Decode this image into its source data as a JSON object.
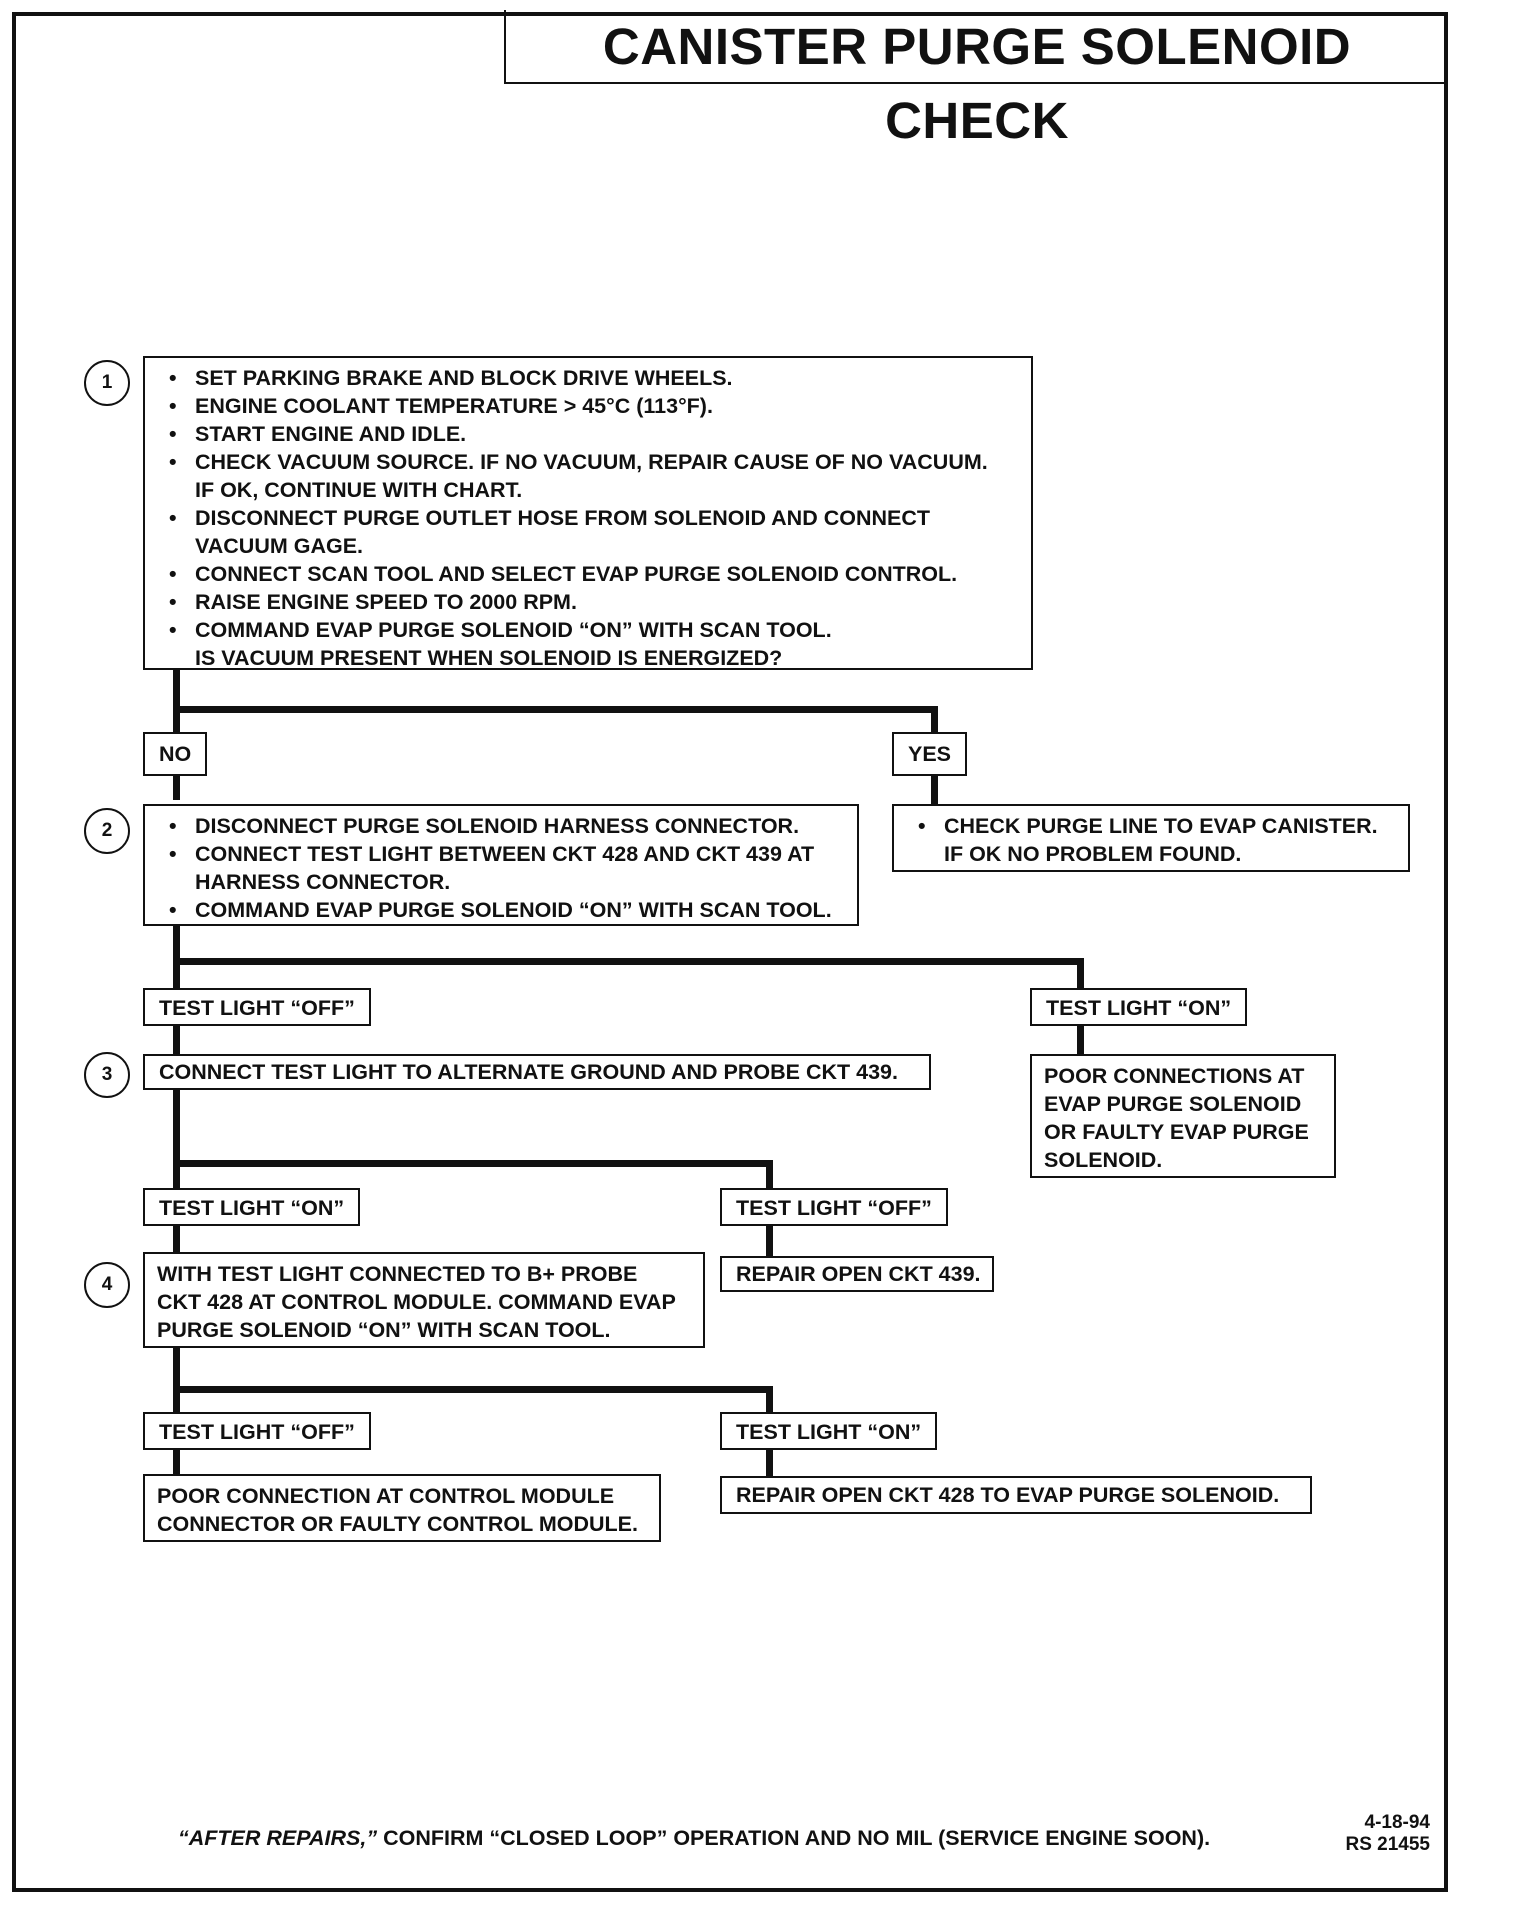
{
  "title": "CANISTER PURGE SOLENOID CHECK",
  "steps": {
    "s1": {
      "number": "1",
      "bullets": [
        "SET PARKING BRAKE AND BLOCK DRIVE WHEELS.",
        "ENGINE COOLANT TEMPERATURE > 45°C (113°F).",
        "START ENGINE AND IDLE.",
        "CHECK VACUUM SOURCE.  IF NO VACUUM, REPAIR CAUSE OF NO VACUUM.",
        "DISCONNECT PURGE OUTLET HOSE FROM SOLENOID AND CONNECT",
        "CONNECT SCAN TOOL AND SELECT EVAP PURGE SOLENOID CONTROL.",
        "RAISE ENGINE SPEED TO 2000 RPM.",
        "COMMAND EVAP PURGE SOLENOID “ON” WITH SCAN TOOL."
      ],
      "continuations": [
        "IF OK, CONTINUE WITH CHART.",
        "VACUUM GAGE.",
        "IS VACUUM PRESENT WHEN SOLENOID IS ENERGIZED?"
      ]
    },
    "s2": {
      "number": "2",
      "bullets": [
        "DISCONNECT PURGE SOLENOID HARNESS CONNECTOR.",
        "CONNECT TEST LIGHT BETWEEN CKT 428 AND CKT 439 AT",
        "COMMAND EVAP PURGE SOLENOID “ON” WITH SCAN TOOL."
      ],
      "continuations": [
        "HARNESS CONNECTOR."
      ]
    },
    "s3": {
      "number": "3",
      "text": "CONNECT TEST LIGHT TO ALTERNATE GROUND AND PROBE CKT 439."
    },
    "s4": {
      "number": "4",
      "lines": [
        "WITH TEST LIGHT CONNECTED TO  B+ PROBE",
        "CKT 428 AT CONTROL MODULE.  COMMAND EVAP",
        "PURGE SOLENOID “ON” WITH SCAN TOOL."
      ]
    }
  },
  "labels": {
    "no": "NO",
    "yes": "YES",
    "light_off_1": "TEST LIGHT “OFF”",
    "light_on_1": "TEST LIGHT “ON”",
    "light_on_2": "TEST LIGHT “ON”",
    "light_off_2": "TEST LIGHT “OFF”",
    "light_off_3": "TEST LIGHT “OFF”",
    "light_on_3": "TEST LIGHT “ON”"
  },
  "results": {
    "yes_result": {
      "bullet": "CHECK PURGE LINE TO EVAP CANISTER.",
      "continuation": "IF OK NO PROBLEM FOUND."
    },
    "poor_solenoid": [
      "POOR CONNECTIONS AT",
      "EVAP PURGE SOLENOID",
      "OR FAULTY EVAP PURGE",
      "SOLENOID."
    ],
    "repair_439": "REPAIR OPEN CKT 439.",
    "poor_module": [
      "POOR CONNECTION AT CONTROL MODULE",
      "CONNECTOR OR FAULTY CONTROL MODULE."
    ],
    "repair_428": "REPAIR OPEN CKT 428 TO EVAP PURGE SOLENOID."
  },
  "footer": {
    "italic": "“AFTER REPAIRS,”",
    "text": " CONFIRM “CLOSED LOOP” OPERATION AND NO MIL (SERVICE ENGINE SOON).",
    "date": "4-18-94",
    "ref": "RS 21455"
  }
}
